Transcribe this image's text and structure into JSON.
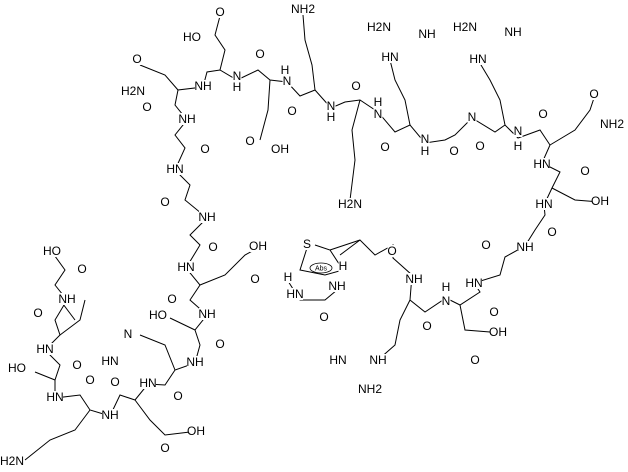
{
  "diagram": {
    "type": "chemical-structure",
    "stereo_tag": "Abs",
    "atom_labels": [
      "O",
      "HO",
      "O",
      "O",
      "H2N",
      "NH",
      "N",
      "H",
      "H",
      "N",
      "O",
      "O",
      "NH",
      "O",
      "OH",
      "O",
      "HN",
      "O",
      "NH",
      "NH2",
      "H2N",
      "NH",
      "HN",
      "H2N",
      "NH",
      "HN",
      "O",
      "N",
      "H",
      "H",
      "N",
      "O",
      "N",
      "H",
      "O",
      "N",
      "O",
      "N",
      "H",
      "O",
      "O",
      "NH2",
      "HN",
      "O",
      "HN",
      "OH",
      "O",
      "H2N",
      "O",
      "OH",
      "HN",
      "O",
      "O",
      "NH",
      "HO",
      "O",
      "NH",
      "HO",
      "O",
      "NH",
      "O",
      "HN",
      "N",
      "HN",
      "O",
      "HO",
      "HN",
      "O",
      "O",
      "NH",
      "O",
      "HN",
      "OH",
      "O",
      "H2N",
      "S",
      "H",
      "H",
      "NH",
      "HN",
      "O",
      "O",
      "NH",
      "H",
      "N",
      "O",
      "HN",
      "O",
      "OH",
      "O",
      "HN",
      "NH",
      "NH2",
      "O",
      "NH"
    ]
  }
}
